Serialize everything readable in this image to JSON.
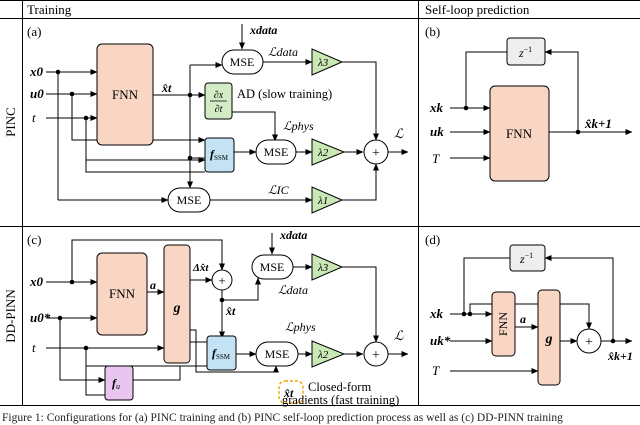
{
  "headers": {
    "training": "Training",
    "self_loop": "Self-loop prediction",
    "pinc": "PINC",
    "ddpinn": "DD-PINN"
  },
  "panels": {
    "a": "(a)",
    "b": "(b)",
    "c": "(c)",
    "d": "(d)"
  },
  "blocks": {
    "fnn": "FNN",
    "mse": "MSE",
    "g": "g",
    "fssm": "f",
    "fssm_sub": "SSM",
    "fu": "f",
    "fu_sub": "u",
    "delay": "z",
    "delay_exp": "−1",
    "deriv_num": "∂x",
    "deriv_den": "∂t",
    "lambda1": "λ1",
    "lambda2": "λ2",
    "lambda3": "λ3",
    "plus": "+"
  },
  "signals": {
    "x0": "x0",
    "u0": "u0",
    "u0star": "u0*",
    "t": "t",
    "xdata": "xdata",
    "xhat_t": "x̂t",
    "dxhat_t": "Δx̂t",
    "a": "a",
    "xk": "xk",
    "uk": "uk",
    "ukstar": "uk*",
    "T": "T",
    "xhat_k1": "x̂k+1"
  },
  "losses": {
    "data": "ℒdata",
    "phys": "ℒphys",
    "ic": "ℒIC",
    "total": "ℒ"
  },
  "annotations": {
    "ad": "AD (slow training)",
    "closed_form_1": "Closed-form",
    "closed_form_2": "gradients (fast training)"
  },
  "caption": "Figure 1: Configurations for (a) PINC training and (b) PINC self-loop prediction process as well as (c) DD-PINN training",
  "colors": {
    "fnn": "#f9d6c4",
    "g": "#f9d6c4",
    "ssm": "#c3e3f4",
    "fu": "#e8c6ef",
    "ad": "#d3ecc6",
    "lambda": "#c9e8b6",
    "mse": "#ffffff",
    "highlight": "#f3a300"
  }
}
